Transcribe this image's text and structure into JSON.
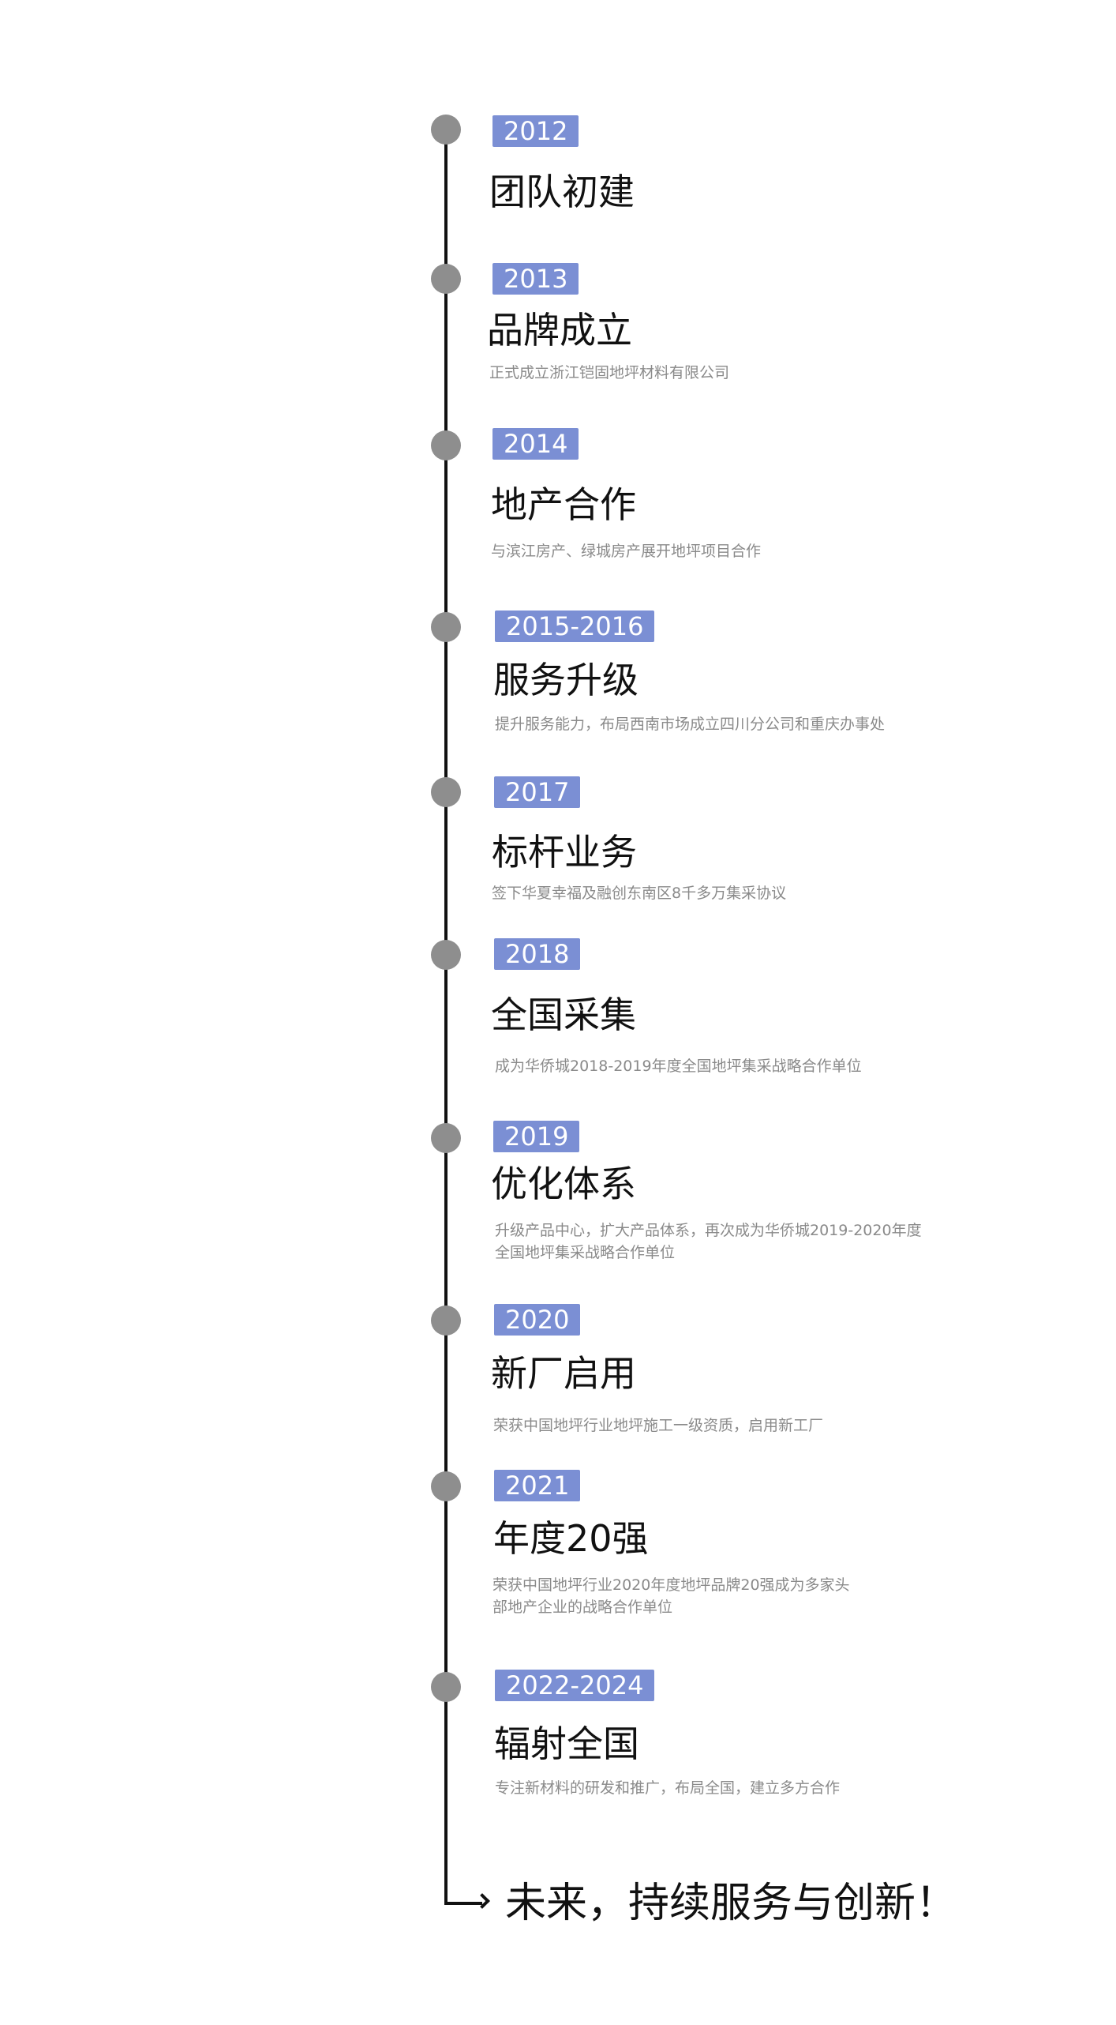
{
  "timeline": [
    {
      "year": "2012",
      "title": "团队初建",
      "desc": ""
    },
    {
      "year": "2013",
      "title": "品牌成立",
      "desc": "正式成立浙江铠固地坪材料有限公司"
    },
    {
      "year": "2014",
      "title": "地产合作",
      "desc": "与滨江房产、绿城房产展开地坪项目合作"
    },
    {
      "year": "2015-2016",
      "title": "服务升级",
      "desc": "提升服务能力，布局西南市场成立四川分公司和重庆办事处"
    },
    {
      "year": "2017",
      "title": "标杆业务",
      "desc": "签下华夏幸福及融创东南区8千多万集采协议"
    },
    {
      "year": "2018",
      "title": "全国采集",
      "desc": "成为华侨城2018-2019年度全国地坪集采战略合作单位"
    },
    {
      "year": "2019",
      "title": "优化体系",
      "desc": "升级产品中心，扩大产品体系，再次成为华侨城2019-2020年度全国地坪集采战略合作单位"
    },
    {
      "year": "2020",
      "title": "新厂启用",
      "desc": "荣获中国地坪行业地坪施工一级资质，启用新工厂"
    },
    {
      "year": "2021",
      "title": "年度20强",
      "desc": "荣获中国地坪行业2020年度地坪品牌20强成为多家头部地产企业的战略合作单位"
    },
    {
      "year": "2022-2024",
      "title": "辐射全国",
      "desc": "专注新材料的研发和推广，布局全国，建立多方合作"
    }
  ],
  "final_text": "未来，持续服务与创新！",
  "colors": {
    "year_badge": "#7b8fd4",
    "dot": "#8e8e8e",
    "line": "#111111",
    "desc": "#8a8a8a"
  }
}
